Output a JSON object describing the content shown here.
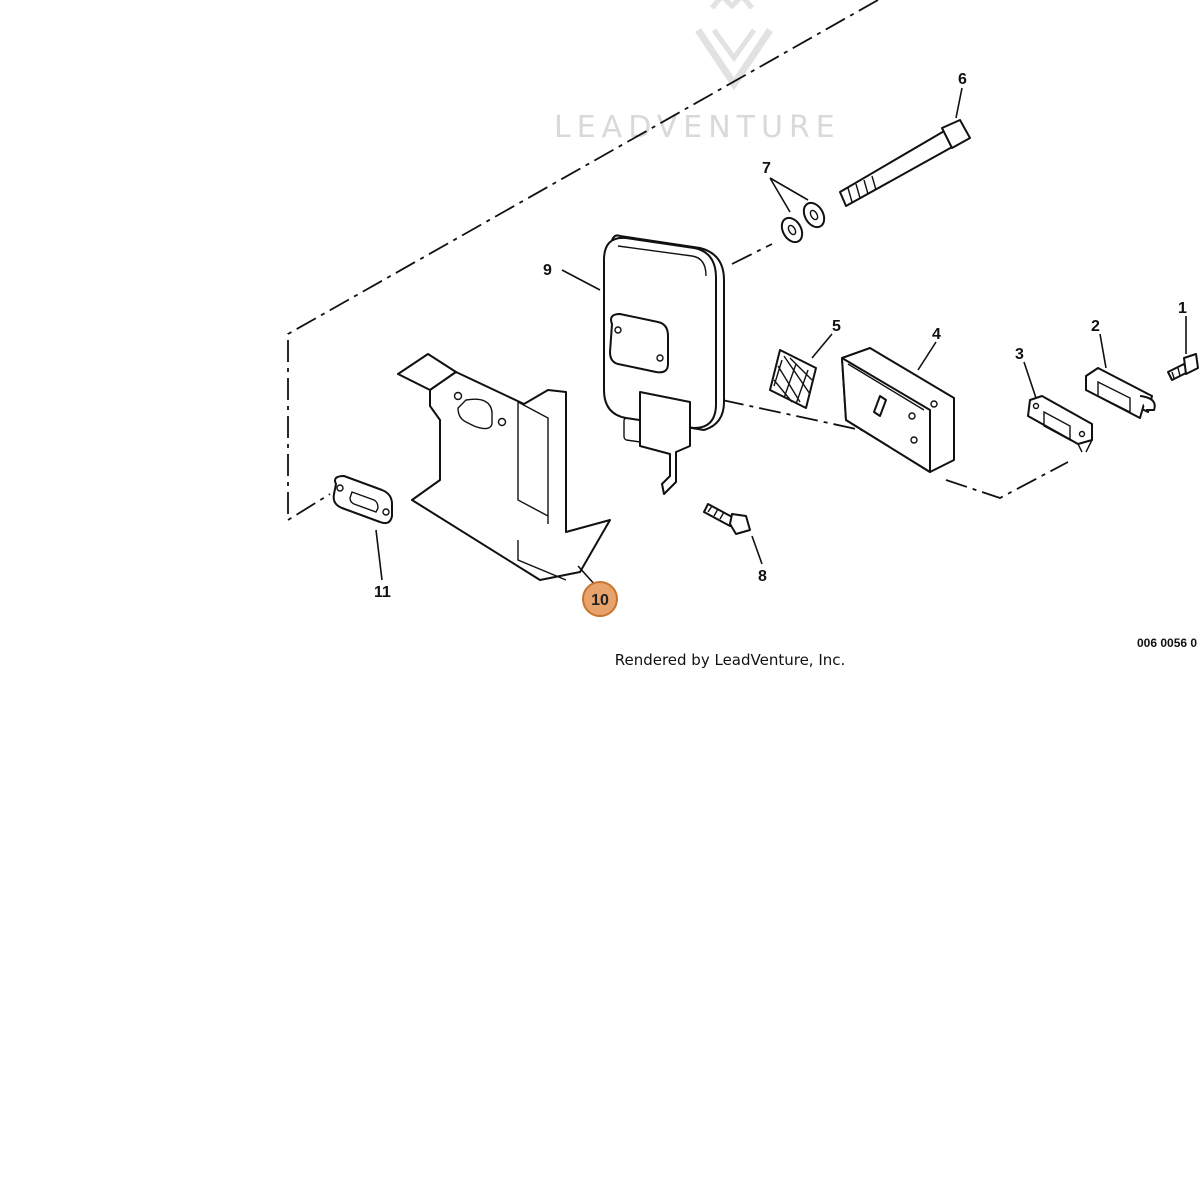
{
  "watermark": {
    "text": "LEADVENTURE"
  },
  "callouts": {
    "c1": "1",
    "c2": "2",
    "c3": "3",
    "c4": "4",
    "c5": "5",
    "c6": "6",
    "c7": "7",
    "c8": "8",
    "c9": "9",
    "c11": "11"
  },
  "highlight": {
    "label": "10",
    "color": "#E7A36B"
  },
  "diagram_code": "006 0056 0",
  "credit": "Rendered by LeadVenture, Inc."
}
